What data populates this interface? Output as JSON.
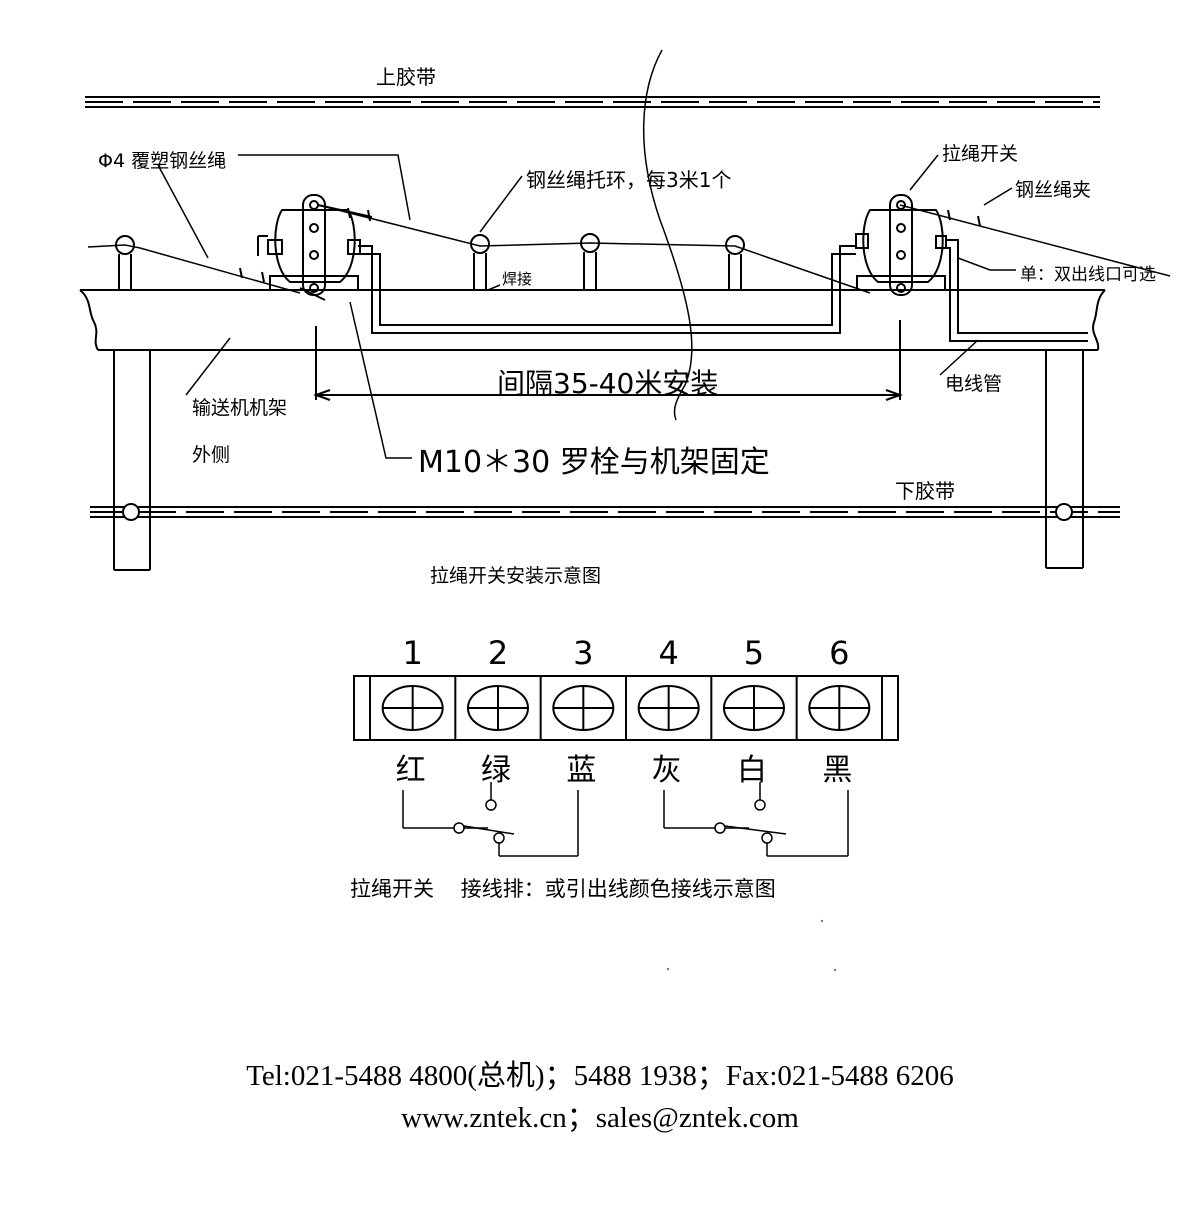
{
  "labels": {
    "upper_belt": "上胶带",
    "lower_belt": "下胶带",
    "wire_rope": "Φ4 覆塑钢丝绳",
    "rope_ring": "钢丝绳托环，每3米1个",
    "pull_switch": "拉绳开关",
    "rope_clamp": "钢丝绳夹",
    "outlet": "单：双出线口可选",
    "weld_bolt": "焊接",
    "conveyor_frame": "输送机机架",
    "frame_outside": "外侧",
    "spacing": "间隔35-40米安装",
    "conduit": "电线管",
    "bolt": "M10＊30 罗栓与机架固定",
    "install_title": "拉绳开关安装示意图",
    "wiring_caption": "拉绳开关    接线排：或引出线颜色接线示意图"
  },
  "terminals": [
    {
      "number": "1",
      "color": "红"
    },
    {
      "number": "2",
      "color": "绿"
    },
    {
      "number": "3",
      "color": "蓝"
    },
    {
      "number": "4",
      "color": "灰"
    },
    {
      "number": "5",
      "color": "白"
    },
    {
      "number": "6",
      "color": "黑"
    }
  ],
  "contact": {
    "tel_line": "Tel:021-5488 4800(总机)；5488 1938；Fax:021-5488 6206",
    "web_line": "www.zntek.cn；sales@zntek.com"
  }
}
